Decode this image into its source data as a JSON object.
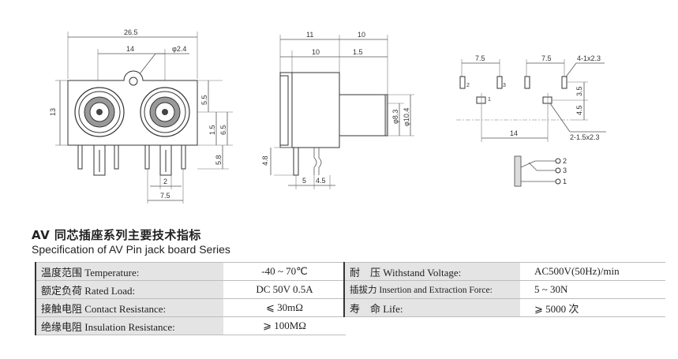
{
  "front_view": {
    "dim_width": "26.5",
    "dim_pitch": "14",
    "dim_hole": "φ2.4",
    "dim_height": "13",
    "dim_5_5": "5.5",
    "dim_1_5": "1.5",
    "dim_6_5": "6.5",
    "dim_5_8": "5.8",
    "dim_2": "2",
    "dim_7_5": "7.5"
  },
  "side_view": {
    "dim_11": "11",
    "dim_10_top": "10",
    "dim_10": "10",
    "dim_1_5": "1.5",
    "dim_phi83": "φ8.3",
    "dim_phi104": "φ10.4",
    "dim_4_8": "4.8",
    "dim_5": "5",
    "dim_4_5": "4.5"
  },
  "pcb_layout": {
    "dim_7_5_a": "7.5",
    "dim_7_5_b": "7.5",
    "dim_4x": "4-1x2.3",
    "dim_2x": "2-1.5x2.3",
    "dim_3_5": "3.5",
    "dim_4_5": "4.5",
    "dim_14": "14",
    "pin_2": "2",
    "pin_3": "3",
    "pin_1": "1"
  },
  "schematic": {
    "pin_2": "2",
    "pin_3": "3",
    "pin_1": "1"
  },
  "spec": {
    "title_zh": "AV 同芯插座系列主要技术指标",
    "title_en": "Specification of AV Pin jack board Series",
    "left_rows": [
      {
        "label": "温度范围 Temperature:",
        "value": "-40 ~ 70℃"
      },
      {
        "label": "额定负荷 Rated Load:",
        "value": "DC  50V  0.5A"
      },
      {
        "label": "接触电阻 Contact Resistance:",
        "value": "⩽ 30mΩ"
      },
      {
        "label": "绝缘电阻 Insulation Resistance:",
        "value": "⩾ 100MΩ"
      }
    ],
    "right_rows": [
      {
        "label": "耐　压 Withstand Voltage:",
        "value": "AC500V(50Hz)/min"
      },
      {
        "label": "插拔力 Insertion and Extraction Force:",
        "value": "5 ~ 30N"
      },
      {
        "label": "寿　命 Life:",
        "value": "⩾ 5000 次"
      }
    ]
  }
}
